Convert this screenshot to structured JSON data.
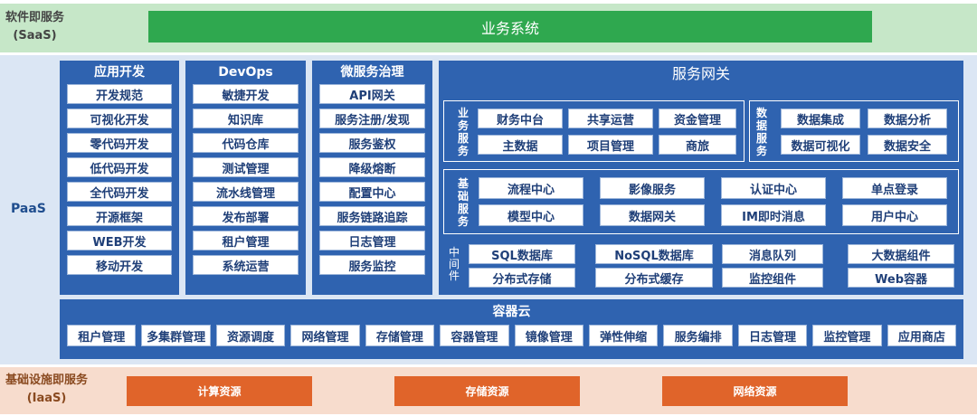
{
  "saas": {
    "label": "软件即服务\n(SaaS)",
    "bar": "业务系统"
  },
  "paas": {
    "label": "PaaS",
    "columns": [
      {
        "title": "应用开发",
        "items": [
          "开发规范",
          "可视化开发",
          "零代码开发",
          "低代码开发",
          "全代码开发",
          "开源框架",
          "WEB开发",
          "移动开发"
        ]
      },
      {
        "title": "DevOps",
        "items": [
          "敏捷开发",
          "知识库",
          "代码仓库",
          "测试管理",
          "流水线管理",
          "发布部署",
          "租户管理",
          "系统运营"
        ]
      },
      {
        "title": "微服务治理",
        "items": [
          "API网关",
          "服务注册/发现",
          "服务鉴权",
          "降级熔断",
          "配置中心",
          "服务链路追踪",
          "日志管理",
          "服务监控"
        ]
      }
    ],
    "gateway": {
      "title": "服务网关",
      "business": {
        "label": "业务服务",
        "items": [
          "财务中台",
          "共享运营",
          "资金管理",
          "主数据",
          "项目管理",
          "商旅"
        ]
      },
      "data": {
        "label": "数据服务",
        "items": [
          "数据集成",
          "数据分析",
          "数据可视化",
          "数据安全"
        ]
      },
      "basic": {
        "label": "基础服务",
        "items": [
          "流程中心",
          "影像服务",
          "认证中心",
          "单点登录",
          "模型中心",
          "数据网关",
          "IM即时消息",
          "用户中心"
        ]
      },
      "middleware": {
        "label": "中间件",
        "items": [
          "SQL数据库",
          "NoSQL数据库",
          "消息队列",
          "大数据组件",
          "分布式存储",
          "分布式缓存",
          "监控组件",
          "Web容器"
        ]
      }
    },
    "container": {
      "title": "容器云",
      "items": [
        "租户管理",
        "多集群管理",
        "资源调度",
        "网络管理",
        "存储管理",
        "容器管理",
        "镜像管理",
        "弹性伸缩",
        "服务编排",
        "日志管理",
        "监控管理",
        "应用商店"
      ]
    }
  },
  "iaas": {
    "label": "基础设施即服务\n(IaaS)",
    "items": [
      "计算资源",
      "存储资源",
      "网络资源"
    ]
  }
}
